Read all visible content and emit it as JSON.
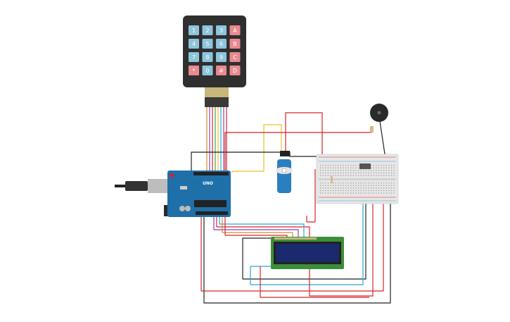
{
  "keypad": {
    "keys": [
      {
        "label": "1",
        "type": "digit"
      },
      {
        "label": "2",
        "type": "digit"
      },
      {
        "label": "3",
        "type": "digit"
      },
      {
        "label": "A",
        "type": "letter"
      },
      {
        "label": "4",
        "type": "digit"
      },
      {
        "label": "5",
        "type": "digit"
      },
      {
        "label": "6",
        "type": "digit"
      },
      {
        "label": "B",
        "type": "letter"
      },
      {
        "label": "7",
        "type": "digit"
      },
      {
        "label": "8",
        "type": "digit"
      },
      {
        "label": "9",
        "type": "digit"
      },
      {
        "label": "C",
        "type": "letter"
      },
      {
        "label": "*",
        "type": "letter"
      },
      {
        "label": "0",
        "type": "digit"
      },
      {
        "label": "#",
        "type": "letter"
      },
      {
        "label": "D",
        "type": "letter"
      }
    ],
    "digit_color": "#8ec5dc",
    "letter_color": "#e88a8f",
    "body_color": "#2f2f2f"
  },
  "arduino": {
    "model_label": "UNO",
    "board_color": "#1f6fa8"
  },
  "colors": {
    "red": "#d6252a",
    "black": "#222222",
    "yellow": "#e6c229",
    "blue": "#2aa7d6",
    "green": "#3ea64a",
    "purple": "#8b3fb0",
    "orange": "#e0882a",
    "lcd_green": "#3c8f3a",
    "lcd_screen": "#1a2a6c"
  }
}
